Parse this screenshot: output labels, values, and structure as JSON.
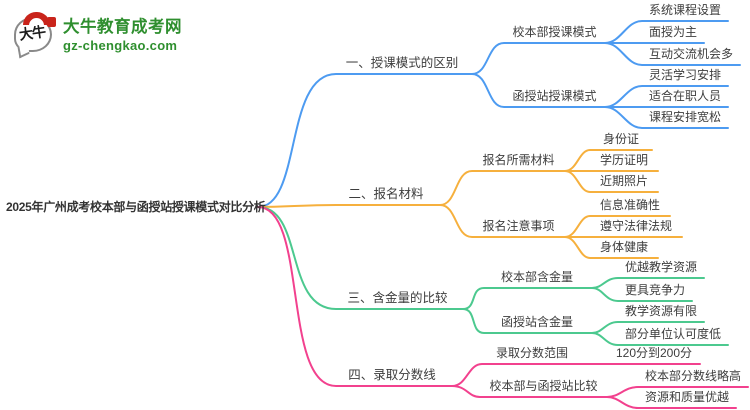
{
  "brand": {
    "logo_chars": "大牛",
    "name": "大牛教育成考网",
    "url": "gz-chengkao.com"
  },
  "colors": {
    "brand_green": "#2f8f2f",
    "logo_red": "#c9241b",
    "branch1": "#4d9bf1",
    "branch2": "#f6b03d",
    "branch3": "#4cc98f",
    "branch4": "#f2418e",
    "node_text": "#3d3d3d"
  },
  "mindmap": {
    "root": "2025年广州成考校本部与函授站授课模式对比分析",
    "branches": [
      {
        "label": "一、授课模式的区别",
        "children": [
          {
            "label": "校本部授课模式",
            "children": [
              {
                "label": "系统课程设置"
              },
              {
                "label": "面授为主"
              },
              {
                "label": "互动交流机会多"
              }
            ]
          },
          {
            "label": "函授站授课模式",
            "children": [
              {
                "label": "灵活学习安排"
              },
              {
                "label": "适合在职人员"
              },
              {
                "label": "课程安排宽松"
              }
            ]
          }
        ]
      },
      {
        "label": "二、报名材料",
        "children": [
          {
            "label": "报名所需材料",
            "children": [
              {
                "label": "身份证"
              },
              {
                "label": "学历证明"
              },
              {
                "label": "近期照片"
              }
            ]
          },
          {
            "label": "报名注意事项",
            "children": [
              {
                "label": "信息准确性"
              },
              {
                "label": "遵守法律法规"
              },
              {
                "label": "身体健康"
              }
            ]
          }
        ]
      },
      {
        "label": "三、含金量的比较",
        "children": [
          {
            "label": "校本部含金量",
            "children": [
              {
                "label": "优越教学资源"
              },
              {
                "label": "更具竞争力"
              }
            ]
          },
          {
            "label": "函授站含金量",
            "children": [
              {
                "label": "教学资源有限"
              },
              {
                "label": "部分单位认可度低"
              }
            ]
          }
        ]
      },
      {
        "label": "四、录取分数线",
        "children": [
          {
            "label": "录取分数范围",
            "children": [
              {
                "label": "120分到200分"
              }
            ]
          },
          {
            "label": "校本部与函授站比较",
            "children": [
              {
                "label": "校本部分数线略高"
              },
              {
                "label": "资源和质量优越"
              }
            ]
          }
        ]
      }
    ]
  }
}
